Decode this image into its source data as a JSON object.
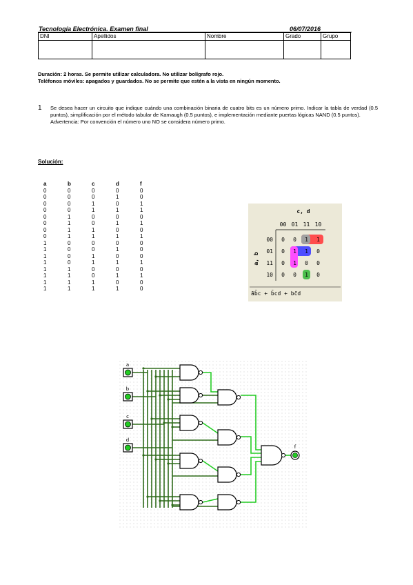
{
  "header": {
    "title": "Tecnología Electrónica. Examen final",
    "date": "06/07/2016",
    "columns": [
      "DNI",
      "Apellidos",
      "Nombre",
      "Grado",
      "Grupo"
    ]
  },
  "rules": {
    "line1": "Duración: 2 horas. Se permite utilizar calculadora. No utilizar bolígrafo rojo.",
    "line2": "Teléfonos móviles: apagados y guardados. No se permite que estén a la vista en ningún momento."
  },
  "question": {
    "number": "1",
    "text": "Se desea hacer un circuito que indique cuándo una combinación binaria de cuatro bits es un número primo. Indicar la tabla de verdad (0.5 puntos), simplificación por el método tabular de Karnaugh (0.5 puntos), e implementación mediante puertas lógicas NAND (0.5 puntos).",
    "warning": "Advertencia: Por convención el número uno NO se considera número primo."
  },
  "solution_label": "Solución:",
  "truth_table": {
    "headers": [
      "a",
      "b",
      "c",
      "d",
      "f"
    ],
    "rows": [
      [
        "0",
        "0",
        "0",
        "0",
        "0"
      ],
      [
        "0",
        "0",
        "0",
        "1",
        "0"
      ],
      [
        "0",
        "0",
        "1",
        "0",
        "1"
      ],
      [
        "0",
        "0",
        "1",
        "1",
        "1"
      ],
      [
        "0",
        "1",
        "0",
        "0",
        "0"
      ],
      [
        "0",
        "1",
        "0",
        "1",
        "1"
      ],
      [
        "0",
        "1",
        "1",
        "0",
        "0"
      ],
      [
        "0",
        "1",
        "1",
        "1",
        "1"
      ],
      [
        "1",
        "0",
        "0",
        "0",
        "0"
      ],
      [
        "1",
        "0",
        "0",
        "1",
        "0"
      ],
      [
        "1",
        "0",
        "1",
        "0",
        "0"
      ],
      [
        "1",
        "0",
        "1",
        "1",
        "1"
      ],
      [
        "1",
        "1",
        "0",
        "0",
        "0"
      ],
      [
        "1",
        "1",
        "0",
        "1",
        "1"
      ],
      [
        "1",
        "1",
        "1",
        "0",
        "0"
      ],
      [
        "1",
        "1",
        "1",
        "1",
        "0"
      ]
    ]
  },
  "kmap": {
    "col_var": "c, d",
    "row_var": "a, b",
    "col_labels": [
      "00",
      "01",
      "11",
      "10"
    ],
    "row_labels": [
      "00",
      "01",
      "11",
      "10"
    ],
    "cells": [
      [
        "0",
        "0",
        "1",
        "1"
      ],
      [
        "0",
        "1",
        "1",
        "0"
      ],
      [
        "0",
        "1",
        "0",
        "0"
      ],
      [
        "0",
        "0",
        "1",
        "0"
      ]
    ],
    "expression": "āb̄c + b̄cd + bc̄d",
    "group_colors": [
      "#a0a0a0",
      "#ff4d4d",
      "#4d4dff",
      "#ff4dff",
      "#4dbf4d"
    ]
  },
  "circuit": {
    "inputs": [
      "a",
      "b",
      "c",
      "d"
    ],
    "output": "f",
    "wire_color": "#2e6b1a",
    "active_wire_color": "#22cc22"
  }
}
